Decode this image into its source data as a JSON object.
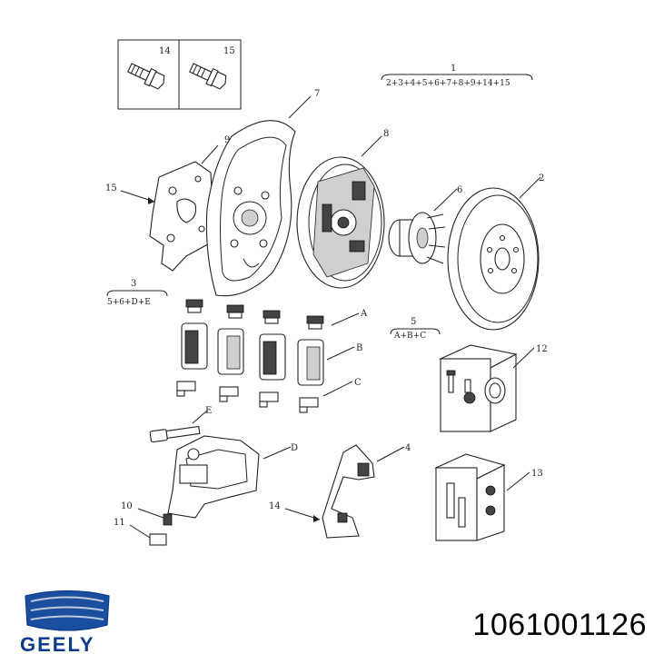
{
  "callouts": {
    "c1": "1",
    "c1_formula": "2+3+4+5+6+7+8+9+14+15",
    "c2": "2",
    "c3": "3",
    "c3_formula": "5+6+D+E",
    "c4": "4",
    "c5": "5",
    "c5_formula": "A+B+C",
    "c6": "6",
    "c7": "7",
    "c8": "8",
    "c9": "9",
    "c10": "10",
    "c11": "11",
    "c12": "12",
    "c13": "13",
    "c14_box": "14",
    "c15_box": "15",
    "c14_bracket": "14",
    "c15_plate": "15",
    "cA": "A",
    "cB": "B",
    "cC": "C",
    "cD": "D",
    "cE": "E"
  },
  "brand": {
    "name": "GEELY",
    "color": "#0d3b8c"
  },
  "part_number": "1061001126"
}
